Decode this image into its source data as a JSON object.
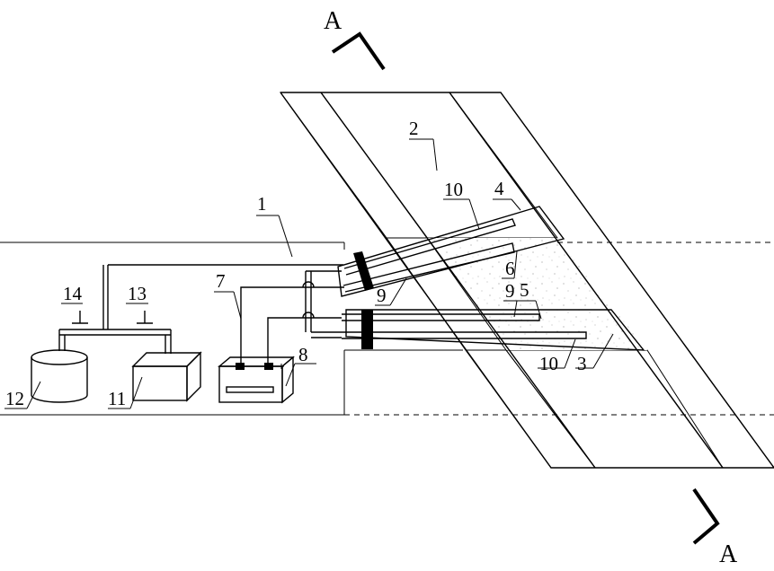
{
  "section_marks": {
    "top": "A",
    "bottom": "A"
  },
  "labels": {
    "l1": "1",
    "l2": "2",
    "l3": "3",
    "l4": "4",
    "l5": "5",
    "l6": "6",
    "l7": "7",
    "l8": "8",
    "l9a": "9",
    "l9b": "9",
    "l10a": "10",
    "l10b": "10",
    "l11": "11",
    "l12": "12",
    "l13": "13",
    "l14": "14"
  },
  "colors": {
    "line": "#000000",
    "background": "#ffffff",
    "sand_dots": "#9a9a9a"
  }
}
